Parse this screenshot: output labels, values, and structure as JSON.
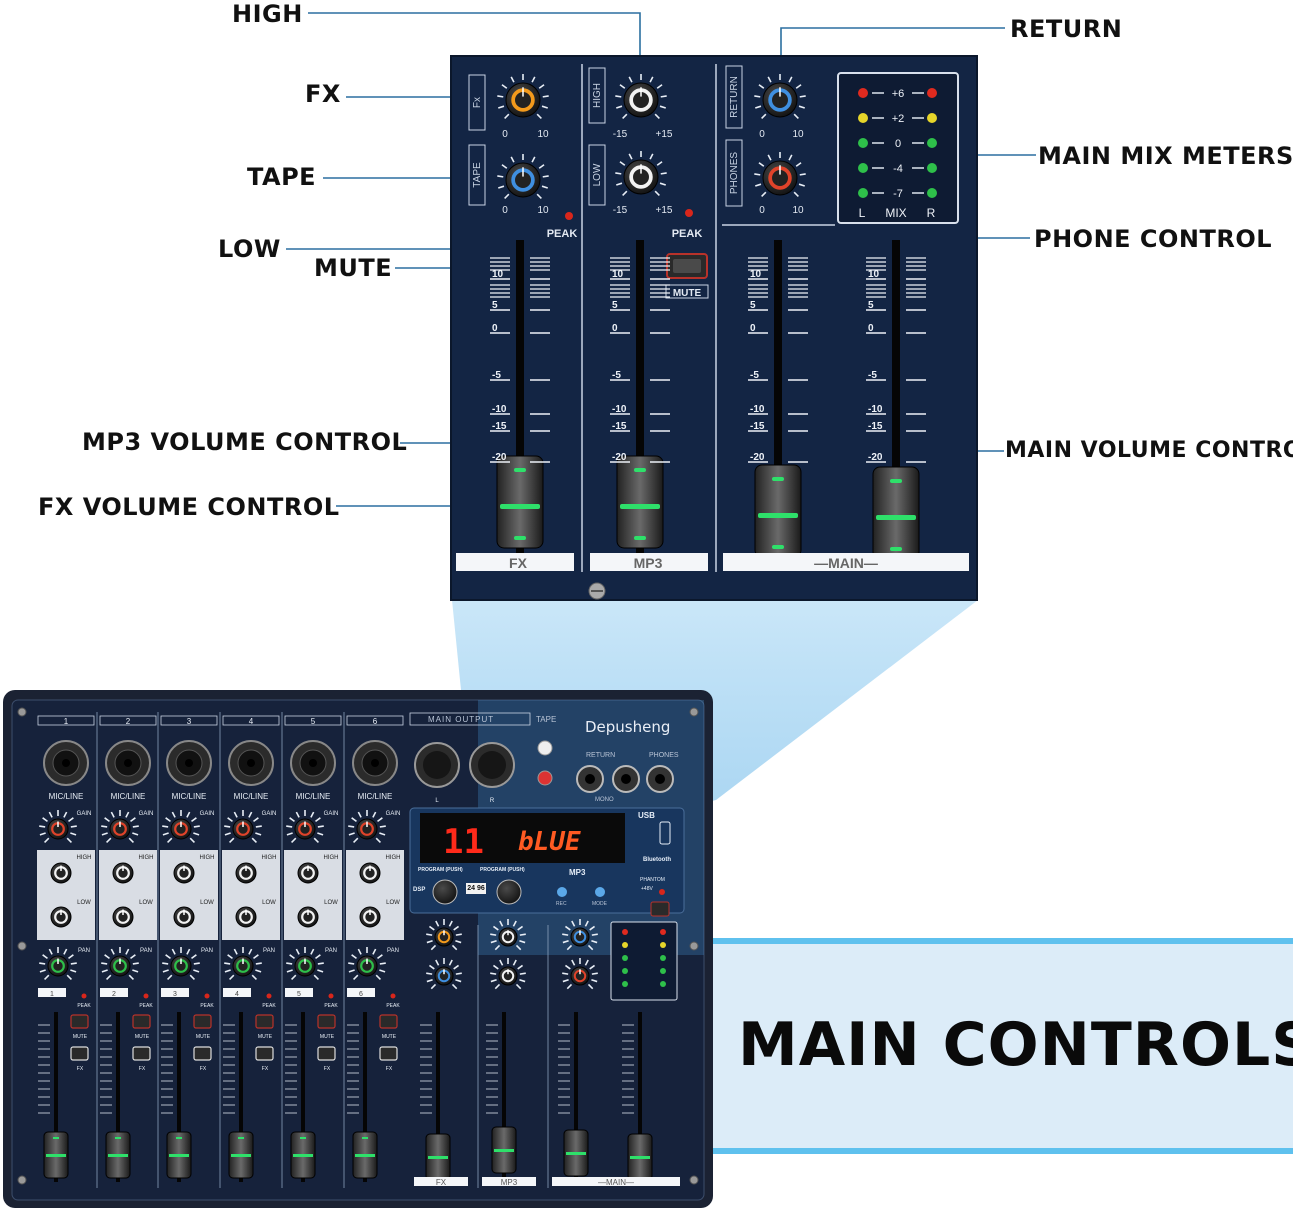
{
  "callouts": {
    "high": "HIGH",
    "fx": "FX",
    "tape": "TAPE",
    "low": "LOW",
    "mute": "MUTE",
    "mp3_volume": "MP3 VOLUME CONTROL",
    "fx_volume": "FX VOLUME CONTROL",
    "return": "RETURN",
    "main_mix_meters": "MAIN MIX METERS",
    "phone_control": "PHONE CONTROL",
    "main_volume": "MAIN VOLUME CONTROL"
  },
  "banner": {
    "title": "MAIN CONTROLS"
  },
  "zoom_panel": {
    "knob_labels": [
      "Fx",
      "TAPE",
      "HIGH",
      "LOW",
      "RETURN",
      "PHONES"
    ],
    "knob_scales": [
      "0",
      "10",
      "-15",
      "+15"
    ],
    "peak_label": "PEAK",
    "mute_label": "MUTE",
    "meter_values": [
      "+6",
      "+2",
      "0",
      "-4",
      "-7"
    ],
    "meter_footer": [
      "L",
      "MIX",
      "R"
    ],
    "fader_scale": [
      "10",
      "5",
      "0",
      "-5",
      "-10",
      "-15",
      "-20"
    ],
    "strip_labels": [
      "FX",
      "MP3",
      "MAIN"
    ]
  },
  "mixer": {
    "brand": "Depusheng",
    "channel_numbers": [
      "1",
      "2",
      "3",
      "4",
      "5",
      "6"
    ],
    "input_label": "MIC/LINE",
    "gain_label": "GAIN",
    "high_label": "HIGH",
    "low_label": "LOW",
    "pan_label": "PAN",
    "peak_label": "PEAK",
    "mute_label": "MUTE",
    "fx_label": "FX",
    "main_output_label": "MAIN OUTPUT",
    "tape_label": "TAPE",
    "return_label": "RETURN",
    "phones_label": "PHONES",
    "output_lr": [
      "L",
      "R"
    ],
    "mono_label": "MONO",
    "display_number": "11",
    "display_text": "bLUE",
    "usb_label": "USB",
    "bluetooth_label": "Bluetooth",
    "program_label": "PROGRAM (PUSH)",
    "dsp_label": "DSP",
    "dsp_badge": "24 96",
    "mp3_label": "MP3",
    "rec_label": "REC",
    "mode_label": "MODE",
    "phantom_label": "PHANTOM",
    "phantom_volt": "+48V",
    "strip_labels": [
      "FX",
      "MP3",
      "MAIN"
    ]
  }
}
